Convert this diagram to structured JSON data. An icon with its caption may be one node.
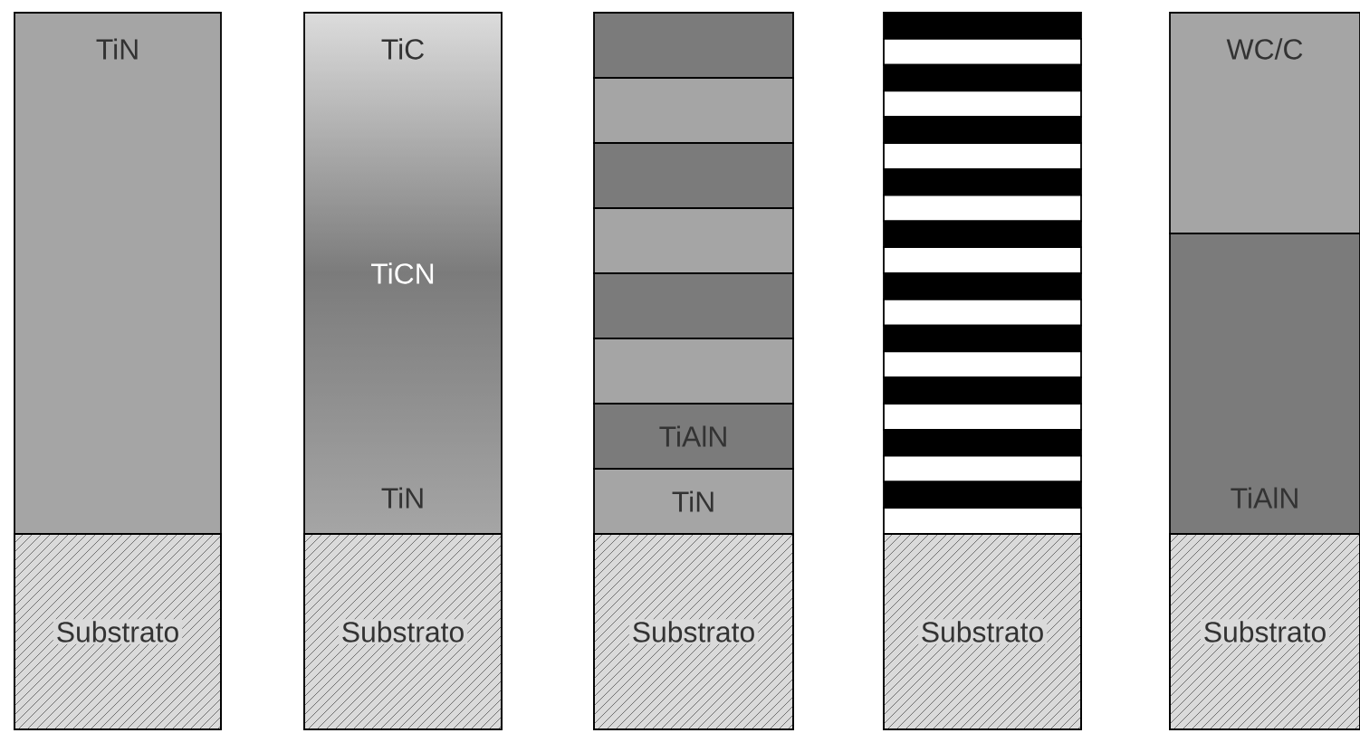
{
  "diagram": {
    "nodes": [
      {
        "text": [
          "TiN"
        ]
      },
      {
        "text": [
          "Substrato"
        ]
      },
      {
        "text": [
          "TiC",
          "TiCN",
          "TiN"
        ]
      },
      {
        "text": [
          "Substrato"
        ]
      },
      {
        "text": [],
        "shape": "bar"
      },
      {
        "text": [],
        "shape": "bar"
      },
      {
        "text": [],
        "shape": "bar"
      },
      {
        "text": [],
        "shape": "bar"
      },
      {
        "text": [],
        "shape": "bar"
      },
      {
        "text": [],
        "shape": "bar"
      },
      {
        "text": [
          "TiAlN"
        ]
      },
      {
        "text": [
          "TiN"
        ]
      },
      {
        "text": [
          "Substrato"
        ]
      },
      {
        "text": [],
        "shape": "bar"
      },
      {
        "text": [],
        "shape": "bar"
      },
      {
        "text": [],
        "shape": "bar"
      },
      {
        "text": [],
        "shape": "bar"
      },
      {
        "text": [],
        "shape": "bar"
      },
      {
        "text": [],
        "shape": "bar"
      },
      {
        "text": [],
        "shape": "bar"
      },
      {
        "text": [],
        "shape": "bar"
      },
      {
        "text": [],
        "shape": "bar"
      },
      {
        "text": [],
        "shape": "bar"
      },
      {
        "text": [],
        "shape": "bar"
      },
      {
        "text": [],
        "shape": "bar"
      },
      {
        "text": [],
        "shape": "bar"
      },
      {
        "text": [],
        "shape": "bar"
      },
      {
        "text": [],
        "shape": "bar"
      },
      {
        "text": [],
        "shape": "bar"
      },
      {
        "text": [],
        "shape": "bar"
      },
      {
        "text": [],
        "shape": "bar"
      },
      {
        "text": [],
        "shape": "bar"
      },
      {
        "text": [],
        "shape": "bar"
      },
      {
        "text": [
          "Substrato"
        ]
      },
      {
        "text": [
          "WC/C"
        ]
      },
      {
        "text": [
          "TiAlN"
        ]
      },
      {
        "text": [
          "Substrato"
        ]
      }
    ]
  }
}
